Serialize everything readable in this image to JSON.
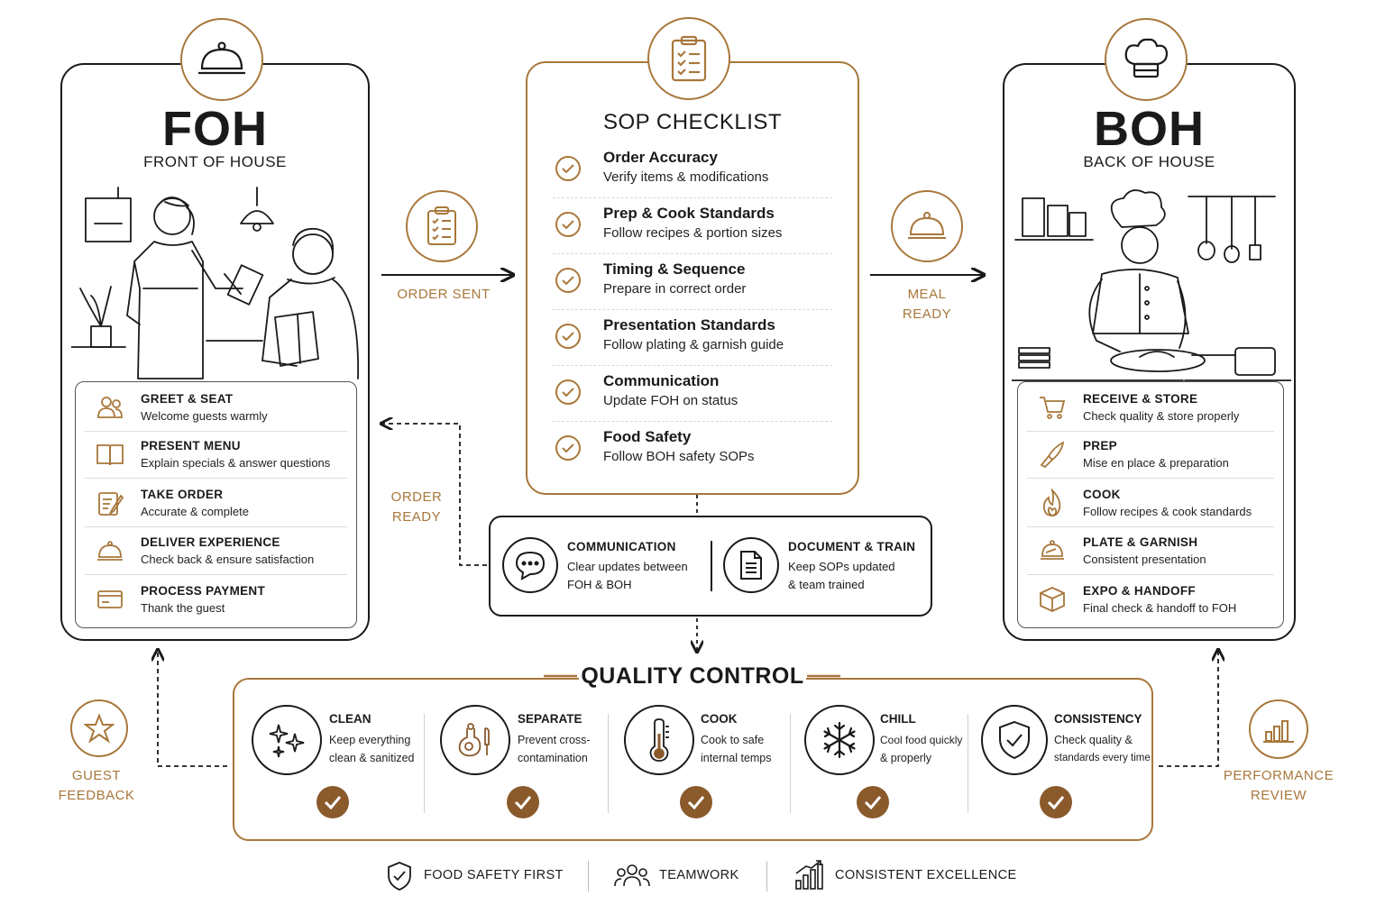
{
  "colors": {
    "accent": "#a8773b",
    "badge": "#8a5a2b",
    "ink": "#1a1a1a"
  },
  "foh": {
    "title": "FOH",
    "subtitle": "FRONT OF HOUSE",
    "icon": "cloche-icon",
    "items": [
      {
        "title": "GREET & SEAT",
        "sub": "Welcome guests warmly",
        "icon": "guests-icon"
      },
      {
        "title": "PRESENT MENU",
        "sub": "Explain specials & answer questions",
        "icon": "menu-book-icon"
      },
      {
        "title": "TAKE ORDER",
        "sub": "Accurate & complete",
        "icon": "notepad-icon"
      },
      {
        "title": "DELIVER EXPERIENCE",
        "sub": "Check back & ensure satisfaction",
        "icon": "cloche-icon"
      },
      {
        "title": "PROCESS PAYMENT",
        "sub": "Thank the guest",
        "icon": "card-icon"
      }
    ]
  },
  "sop": {
    "title": "SOP CHECKLIST",
    "icon": "clipboard-icon",
    "items": [
      {
        "title": "Order Accuracy",
        "sub": "Verify items & modifications"
      },
      {
        "title": "Prep & Cook Standards",
        "sub": "Follow recipes & portion sizes"
      },
      {
        "title": "Timing & Sequence",
        "sub": "Prepare in correct order"
      },
      {
        "title": "Presentation Standards",
        "sub": "Follow plating & garnish guide"
      },
      {
        "title": "Communication",
        "sub": "Update FOH on status"
      },
      {
        "title": "Food Safety",
        "sub": "Follow BOH safety SOPs"
      }
    ]
  },
  "boh": {
    "title": "BOH",
    "subtitle": "BACK OF HOUSE",
    "icon": "chef-hat-icon",
    "items": [
      {
        "title": "RECEIVE & STORE",
        "sub": "Check quality & store properly",
        "icon": "cart-icon"
      },
      {
        "title": "PREP",
        "sub": "Mise en place & preparation",
        "icon": "knife-icon"
      },
      {
        "title": "COOK",
        "sub": "Follow recipes & cook standards",
        "icon": "flame-icon"
      },
      {
        "title": "PLATE & GARNISH",
        "sub": "Consistent presentation",
        "icon": "plate-icon"
      },
      {
        "title": "EXPO & HANDOFF",
        "sub": "Final check & handoff to FOH",
        "icon": "box-icon"
      }
    ]
  },
  "flow": {
    "order_sent": "ORDER SENT",
    "meal_ready": [
      "MEAL",
      "READY"
    ],
    "order_ready": [
      "ORDER",
      "READY"
    ],
    "guest_feedback": [
      "GUEST",
      "FEEDBACK"
    ],
    "performance_review": [
      "PERFORMANCE",
      "REVIEW"
    ]
  },
  "support": {
    "communication": {
      "title": "COMMUNICATION",
      "lines": [
        "Clear updates between",
        "FOH & BOH"
      ]
    },
    "document": {
      "title": "DOCUMENT & TRAIN",
      "lines": [
        "Keep SOPs updated",
        "& team trained"
      ]
    }
  },
  "quality": {
    "title": "QUALITY CONTROL",
    "items": [
      {
        "title": "CLEAN",
        "lines": [
          "Keep everything",
          "clean & sanitized"
        ],
        "icon": "sparkle-icon"
      },
      {
        "title": "SEPARATE",
        "lines": [
          "Prevent cross-",
          "contamination"
        ],
        "icon": "cutting-board-icon"
      },
      {
        "title": "COOK",
        "lines": [
          "Cook to safe",
          "internal temps"
        ],
        "icon": "thermometer-icon"
      },
      {
        "title": "CHILL",
        "lines": [
          "Cool food quickly",
          "& properly"
        ],
        "icon": "snowflake-icon"
      },
      {
        "title": "CONSISTENCY",
        "lines": [
          "Check quality &",
          "standards every time"
        ],
        "icon": "shield-check-icon"
      }
    ]
  },
  "footer": [
    {
      "label": "FOOD SAFETY FIRST",
      "icon": "shield-check-icon"
    },
    {
      "label": "TEAMWORK",
      "icon": "team-icon"
    },
    {
      "label": "CONSISTENT EXCELLENCE",
      "icon": "growth-chart-icon"
    }
  ]
}
